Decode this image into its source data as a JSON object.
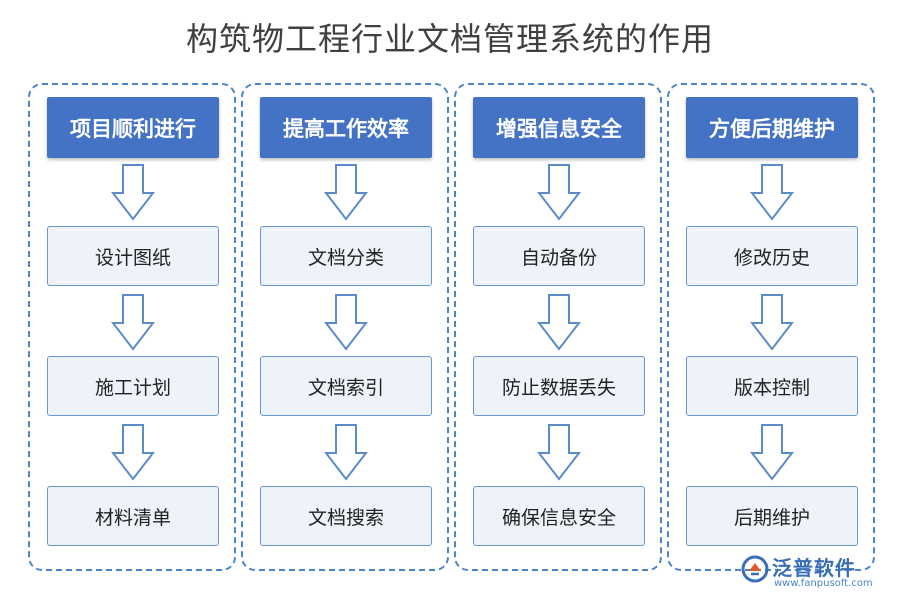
{
  "title": "构筑物工程行业文档管理系统的作用",
  "columns": [
    {
      "header": "项目顺利进行",
      "items": [
        "设计图纸",
        "施工计划",
        "材料清单"
      ]
    },
    {
      "header": "提高工作效率",
      "items": [
        "文档分类",
        "文档索引",
        "文档搜索"
      ]
    },
    {
      "header": "增强信息安全",
      "items": [
        "自动备份",
        "防止数据丢失",
        "确保信息安全"
      ]
    },
    {
      "header": "方便后期维护",
      "items": [
        "修改历史",
        "版本控制",
        "后期维护"
      ]
    }
  ],
  "logo": {
    "name": "泛普软件",
    "url": "www.fanpusoft.com"
  },
  "colors": {
    "header_fill": "#4472c4",
    "item_fill": "#eef3fa",
    "border": "#4a86c8",
    "arrow": "#5b8bc9"
  }
}
